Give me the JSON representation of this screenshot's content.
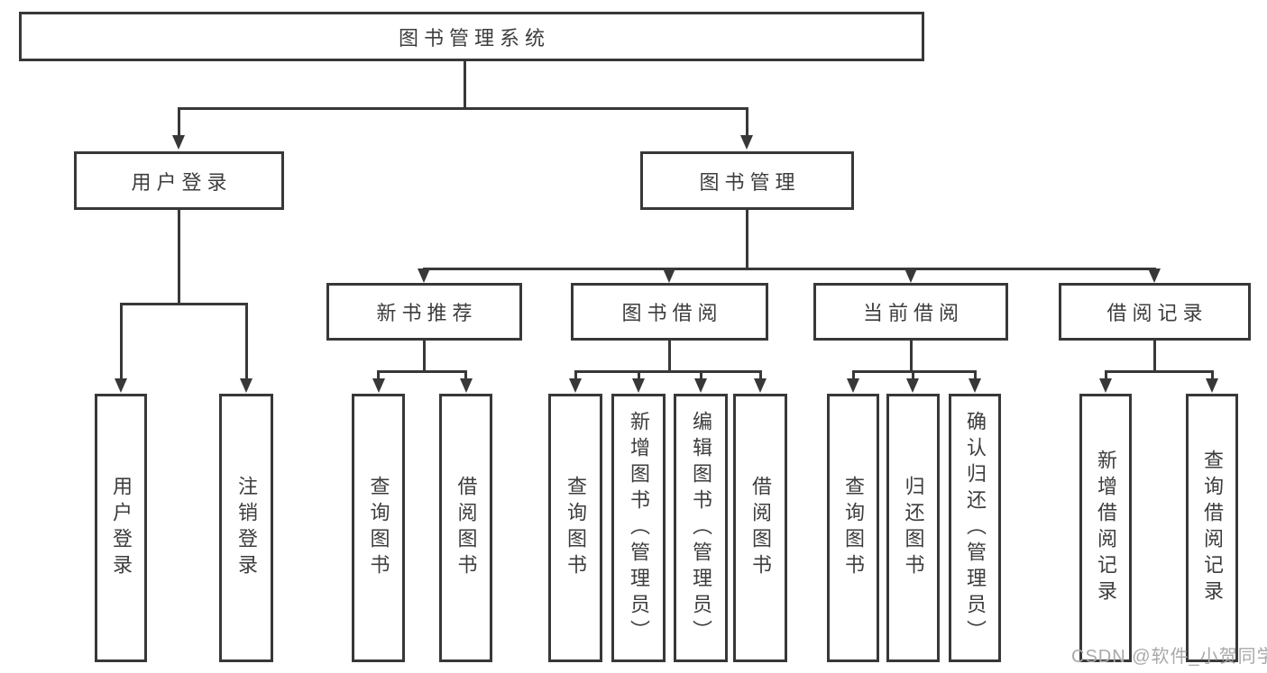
{
  "tree": {
    "root": {
      "label": "图书管理系统"
    },
    "login": {
      "label": "用户登录",
      "children": [
        {
          "label": "用户登录"
        },
        {
          "label": "注销登录"
        }
      ]
    },
    "management": {
      "label": "图书管理",
      "groups": [
        {
          "label": "新书推荐",
          "children": [
            {
              "label": "查询图书"
            },
            {
              "label": "借阅图书"
            }
          ]
        },
        {
          "label": "图书借阅",
          "children": [
            {
              "label": "查询图书"
            },
            {
              "label": "新增图书（管理员）"
            },
            {
              "label": "编辑图书（管理员）"
            },
            {
              "label": "借阅图书"
            }
          ]
        },
        {
          "label": "当前借阅",
          "children": [
            {
              "label": "查询图书"
            },
            {
              "label": "归还图书"
            },
            {
              "label": "确认归还（管理员）"
            }
          ]
        },
        {
          "label": "借阅记录",
          "children": [
            {
              "label": "新增借阅记录"
            },
            {
              "label": "查询借阅记录"
            }
          ]
        }
      ]
    }
  },
  "watermark": {
    "text": "CSDN @软件_小贺同学"
  },
  "colors": {
    "line": "#383838",
    "text": "#3d3d3d",
    "box_background": "#ffffff",
    "watermark": "#a9a9a9",
    "background": "#ffffff"
  }
}
